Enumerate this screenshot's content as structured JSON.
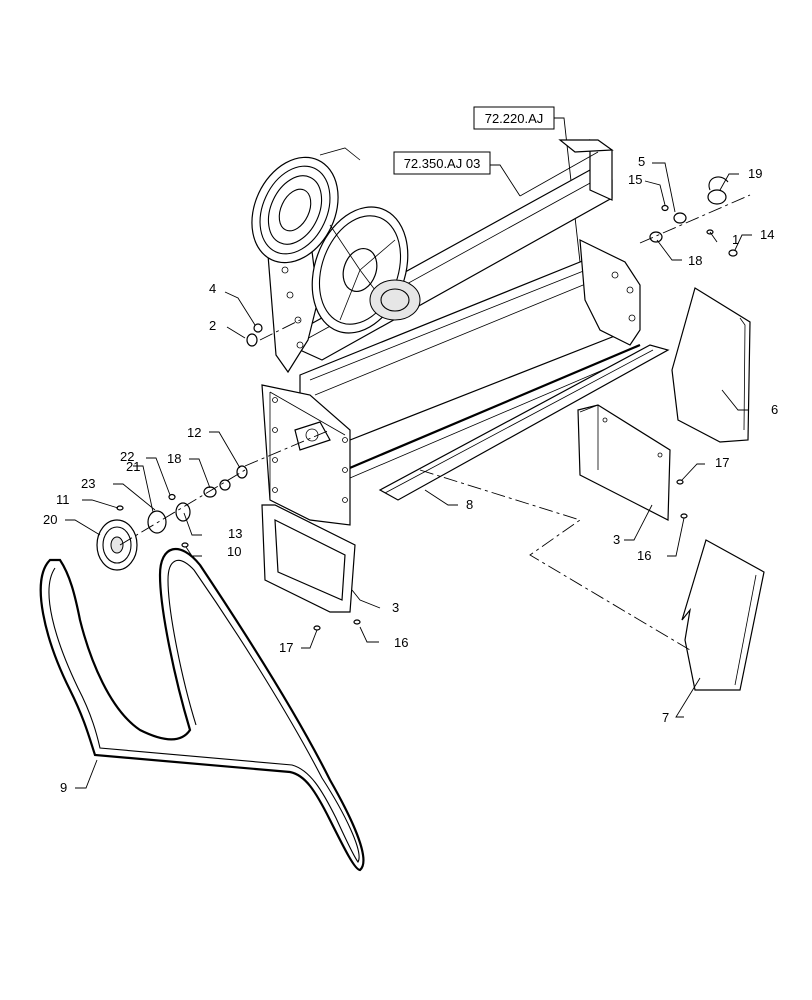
{
  "references": [
    {
      "id": "ref-72-220",
      "text": "72.220.AJ"
    },
    {
      "id": "ref-72-350",
      "text": "72.350.AJ 03"
    }
  ],
  "callouts": {
    "c1": "1",
    "c2": "2",
    "c3a": "3",
    "c3b": "3",
    "c4": "4",
    "c5": "5",
    "c6": "6",
    "c7": "7",
    "c8": "8",
    "c9": "9",
    "c10": "10",
    "c11": "11",
    "c12": "12",
    "c13": "13",
    "c14": "14",
    "c15": "15",
    "c16a": "16",
    "c16b": "16",
    "c17a": "17",
    "c17b": "17",
    "c18a": "18",
    "c18b": "18",
    "c19": "19",
    "c20": "20",
    "c21": "21",
    "c22": "22",
    "c23": "23"
  }
}
